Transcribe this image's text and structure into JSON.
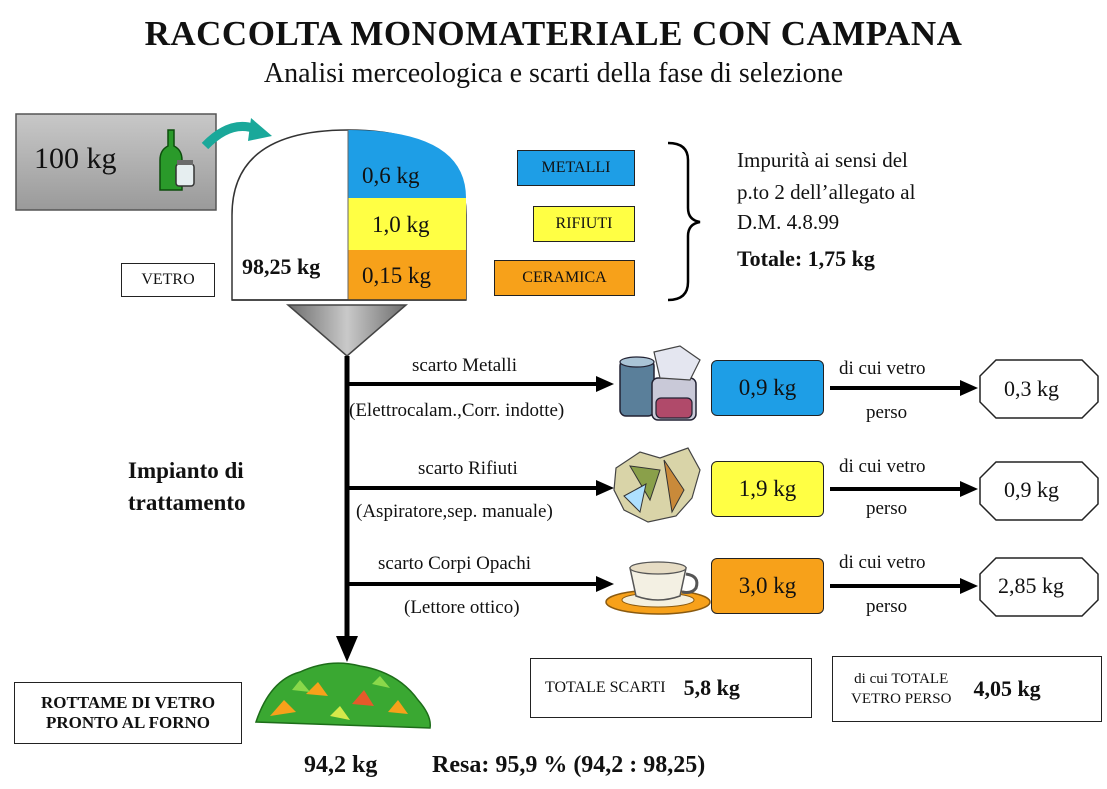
{
  "header": {
    "title": "RACCOLTA MONOMATERIALE CON CAMPANA",
    "subtitle": "Analisi merceologica e scarti della fase di selezione"
  },
  "input": {
    "amount": "100 kg"
  },
  "bell": {
    "vetro_label": "VETRO",
    "vetro_amount": "98,25 kg",
    "layers": [
      {
        "amount": "0,6 kg",
        "color": "#1e9ee6"
      },
      {
        "amount": "1,0 kg",
        "color": "#ffff44"
      },
      {
        "amount": "0,15 kg",
        "color": "#f7a11a"
      }
    ]
  },
  "impurity_tags": [
    {
      "label": "METALLI",
      "color": "#1e9ee6"
    },
    {
      "label": "RIFIUTI",
      "color": "#ffff44"
    },
    {
      "label": "CERAMICA",
      "color": "#f7a11a"
    }
  ],
  "impurity_note": {
    "lines": [
      "Impurità ai sensi del",
      "p.to 2 dell’allegato al",
      "D.M. 4.8.99"
    ],
    "total": "Totale: 1,75 kg"
  },
  "plant_label": {
    "line1": "Impianto di",
    "line2": "trattamento"
  },
  "rejects": [
    {
      "title": "scarto Metalli",
      "detail": "(Elettrocalam.,Corr. indotte)",
      "amount": "0,9 kg",
      "color": "#1e9ee6",
      "glass_label_1": "di cui vetro",
      "glass_label_2": "perso",
      "glass_lost": "0,3 kg",
      "icon": "cans-icon"
    },
    {
      "title": "scarto Rifiuti",
      "detail": "(Aspiratore,sep. manuale)",
      "amount": "1,9 kg",
      "color": "#ffff44",
      "glass_label_1": "di cui vetro",
      "glass_label_2": "perso",
      "glass_lost": "0,9 kg",
      "icon": "waste-icon"
    },
    {
      "title": "scarto Corpi Opachi",
      "detail": "(Lettore ottico)",
      "amount": "3,0 kg",
      "color": "#f7a11a",
      "glass_label_1": "di cui vetro",
      "glass_label_2": "perso",
      "glass_lost": "2,85 kg",
      "icon": "cup-icon"
    }
  ],
  "output": {
    "label_line1": "ROTTAME DI VETRO",
    "label_line2": "PRONTO AL FORNO",
    "amount": "94,2 kg",
    "yield": "Resa: 95,9 % (94,2 : 98,25)"
  },
  "totals": {
    "scarti_label": "TOTALE SCARTI",
    "scarti_value": "5,8 kg",
    "vetro_label_1": "di cui TOTALE",
    "vetro_label_2": "VETRO PERSO",
    "vetro_value": "4,05 kg"
  }
}
